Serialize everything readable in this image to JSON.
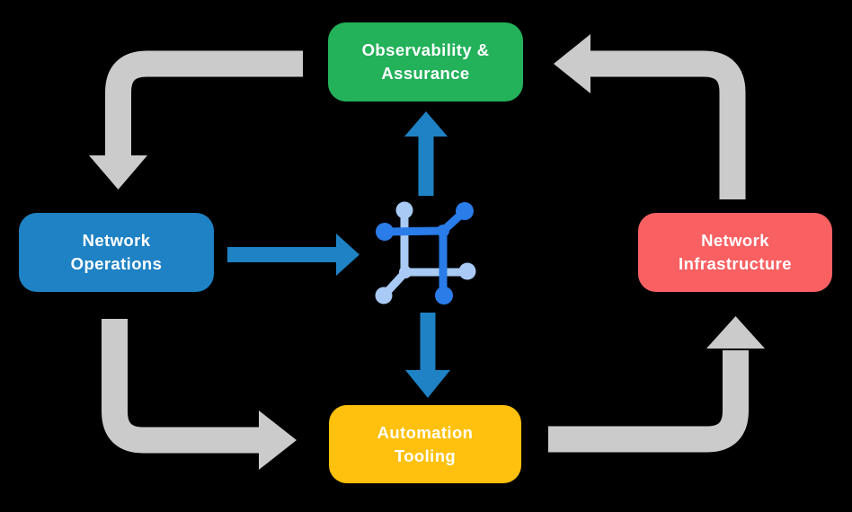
{
  "diagram": {
    "description": "Network automation platform cycle diagram",
    "center_icon": "network-mesh-icon",
    "nodes": {
      "observability": {
        "line1": "Observability &",
        "line2": "Assurance",
        "color": "#23B15A"
      },
      "operations": {
        "line1": "Network",
        "line2": "Operations",
        "color": "#1E82C4"
      },
      "infrastructure": {
        "line1": "Network",
        "line2": "Infrastructure",
        "color": "#F96062"
      },
      "automation": {
        "line1": "Automation",
        "line2": "Tooling",
        "color": "#FFC10D"
      }
    },
    "flows": [
      {
        "from": "Observability & Assurance",
        "to": "Network Operations",
        "style": "gray"
      },
      {
        "from": "Network Operations",
        "to": "Automation Tooling",
        "style": "gray"
      },
      {
        "from": "Automation Tooling",
        "to": "Network Infrastructure",
        "style": "gray"
      },
      {
        "from": "Network Infrastructure",
        "to": "Observability & Assurance",
        "style": "gray"
      },
      {
        "from": "Network Operations",
        "to": "center-icon",
        "style": "blue"
      },
      {
        "from": "center-icon",
        "to": "Observability & Assurance",
        "style": "blue"
      },
      {
        "from": "center-icon",
        "to": "Automation Tooling",
        "style": "blue"
      }
    ]
  },
  "colors": {
    "background": "#000000",
    "text": "#FFFFFF",
    "arrow_gray": "#CBCBCB",
    "arrow_blue": "#1E82C4",
    "icon_dark_blue": "#2A7CE8",
    "icon_light_blue": "#A8CAF4"
  }
}
